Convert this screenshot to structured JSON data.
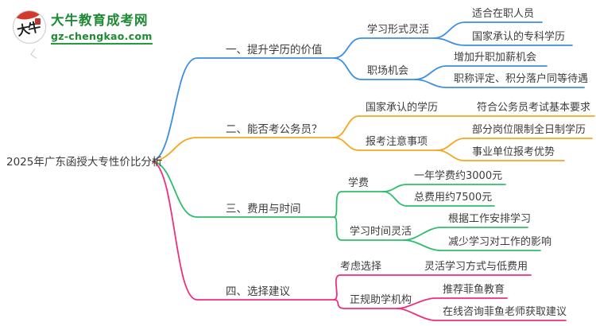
{
  "logo": {
    "icon_text": "大牛",
    "site_name": "大牛教育成考网",
    "site_domain": "gz-chengkao.com"
  },
  "root": {
    "label": "2025年广东函授大专性价比分析"
  },
  "palette": {
    "blue": "#3d8fe3",
    "orange": "#f7a61f",
    "green": "#2dbe6c",
    "pink": "#ef2f7c",
    "text": "#3c3c3c",
    "logo_green": "#1e8a34",
    "seal_red": "#d33a2c"
  },
  "branches": [
    {
      "label": "一、提升学历的价值",
      "color": "blue",
      "children": [
        {
          "label": "学习形式灵活",
          "children": [
            {
              "label": "适合在职人员"
            },
            {
              "label": "国家承认的专科学历"
            }
          ]
        },
        {
          "label": "职场机会",
          "children": [
            {
              "label": "增加升职加薪机会"
            },
            {
              "label": "职称评定、积分落户同等待遇"
            }
          ]
        }
      ]
    },
    {
      "label": "二、能否考公务员？",
      "color": "orange",
      "children": [
        {
          "label": "国家承认的学历",
          "children": [
            {
              "label": "符合公务员考试基本要求"
            }
          ]
        },
        {
          "label": "报考注意事项",
          "children": [
            {
              "label": "部分岗位限制全日制学历"
            },
            {
              "label": "事业单位报考优势"
            }
          ]
        }
      ]
    },
    {
      "label": "三、费用与时间",
      "color": "green",
      "children": [
        {
          "label": "学费",
          "children": [
            {
              "label": "一年学费约3000元"
            },
            {
              "label": "总费用约7500元"
            }
          ]
        },
        {
          "label": "学习时间灵活",
          "children": [
            {
              "label": "根据工作安排学习"
            },
            {
              "label": "减少学习对工作的影响"
            }
          ]
        }
      ]
    },
    {
      "label": "四、选择建议",
      "color": "pink",
      "children": [
        {
          "label": "考虑选择",
          "children": [
            {
              "label": "灵活学习方式与低费用"
            }
          ]
        },
        {
          "label": "正规助学机构",
          "children": [
            {
              "label": "推荐菲鱼教育"
            },
            {
              "label": "在线咨询菲鱼老师获取建议"
            }
          ]
        }
      ]
    }
  ]
}
